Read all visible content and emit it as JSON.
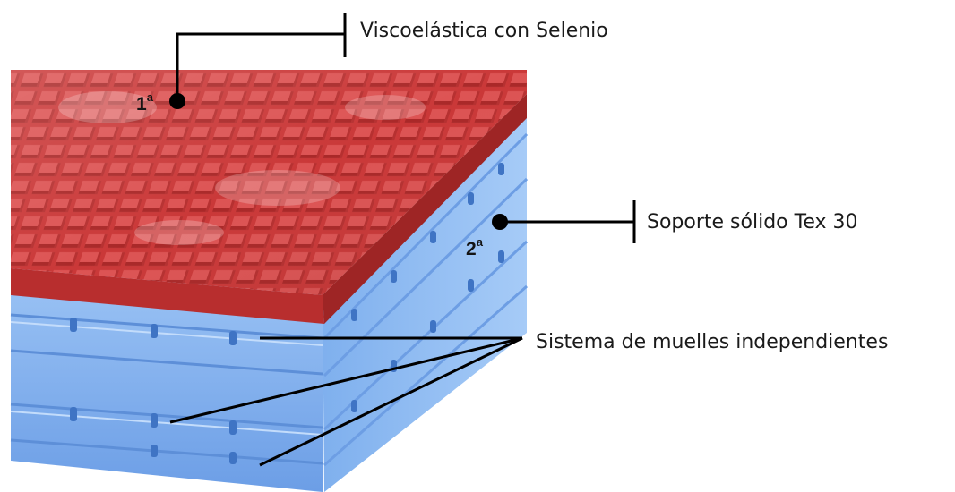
{
  "callouts": {
    "top_layer": "Viscoelástica con Selenio",
    "support_layer": "Soporte sólido Tex 30",
    "spring_system": "Sistema de muelles independientes"
  },
  "markers": {
    "first": {
      "number": "1",
      "suffix": "a"
    },
    "second": {
      "number": "2",
      "suffix": "a"
    }
  },
  "colors": {
    "viscoelastic_red": "#cf3b3b",
    "support_blue": "#8ab8f0",
    "line": "#000000"
  }
}
